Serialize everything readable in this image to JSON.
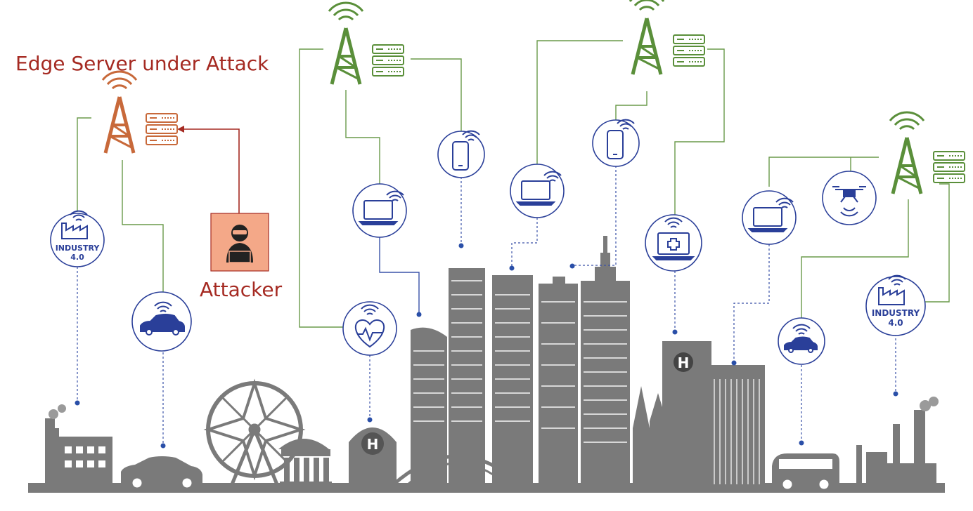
{
  "title_attack": "Edge Server under Attack",
  "attacker_label": "Attacker",
  "industry_badge_lines": [
    "INDUSTRY",
    "4.0"
  ],
  "hospital_mark": "H",
  "colors": {
    "attack_red": "#a52a22",
    "attack_orange": "#c8693a",
    "edge_green": "#5a8f3a",
    "device_blue": "#2a3f99",
    "skyline_gray": "#7a7a7a",
    "attacker_box": "#f4a888"
  },
  "nodes": {
    "edge_servers": [
      "edge-server-attacked",
      "edge-server-1",
      "edge-server-2",
      "edge-server-3"
    ],
    "devices": [
      "industry-4-0-badge-left",
      "connected-car-left",
      "health-monitor",
      "laptop-1",
      "smartphone-1",
      "laptop-2",
      "smartphone-2",
      "medical-tablet",
      "laptop-3",
      "drone",
      "connected-car-right",
      "industry-4-0-badge-right"
    ]
  }
}
